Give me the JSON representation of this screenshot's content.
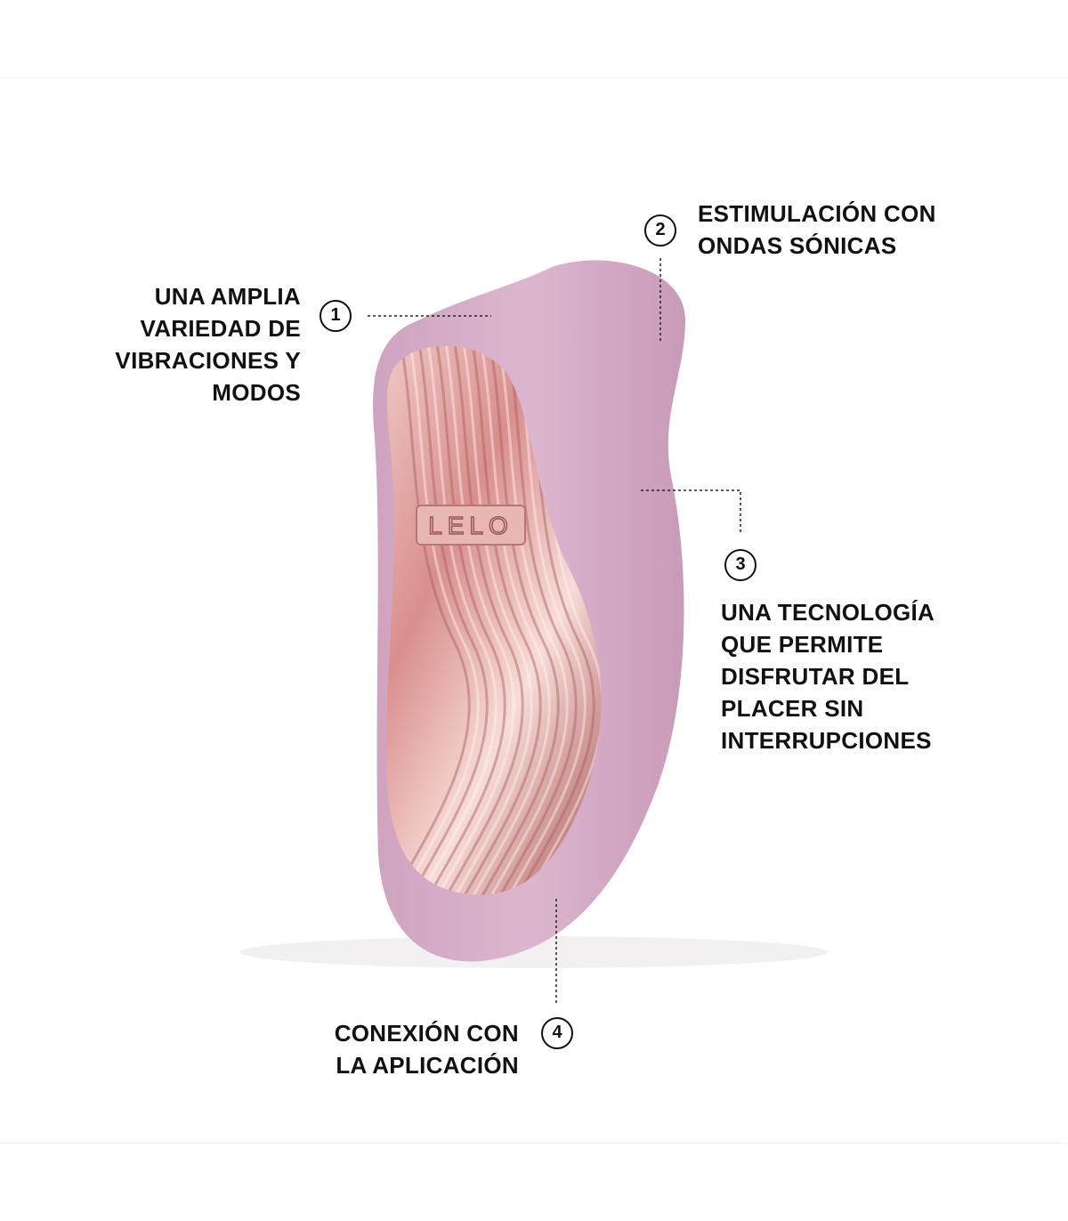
{
  "product": {
    "brand_logo": "LELO",
    "body_color": "#d9b3cc",
    "plate_color": "#e8a9a4"
  },
  "callouts": [
    {
      "number": "1",
      "lines": [
        "UNA AMPLIA",
        "VARIEDAD DE",
        "VIBRACIONES Y",
        "MODOS"
      ]
    },
    {
      "number": "2",
      "lines": [
        "ESTIMULACIÓN CON",
        "ONDAS SÓNICAS"
      ]
    },
    {
      "number": "3",
      "lines": [
        "UNA TECNOLOGÍA",
        "QUE PERMITE",
        "DISFRUTAR DEL",
        "PLACER SIN",
        "INTERRUPCIONES"
      ]
    },
    {
      "number": "4",
      "lines": [
        "CONEXIÓN CON",
        "LA APLICACIÓN"
      ]
    }
  ]
}
